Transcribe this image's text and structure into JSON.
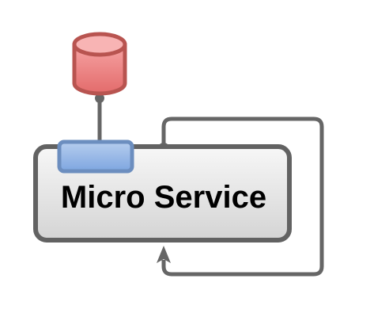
{
  "diagram": {
    "service": {
      "label": "Micro Service"
    },
    "icons": {
      "database": "database-icon",
      "interface_port": "interface-port",
      "loop_arrow": "self-loop-connector"
    },
    "colors": {
      "service_fill_top": "#f7f7f7",
      "service_fill_bottom": "#d4d4d4",
      "service_stroke": "#626262",
      "connector": "#666666",
      "database_fill_top": "#f6a3a3",
      "database_fill_bottom": "#e36b6b",
      "database_stroke": "#b85450",
      "port_fill_top": "#b6cdee",
      "port_fill_bottom": "#7ea6e0",
      "port_stroke": "#6c8ebf"
    }
  }
}
